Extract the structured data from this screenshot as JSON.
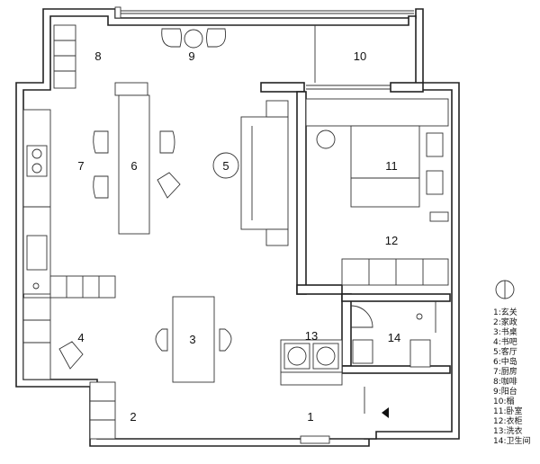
{
  "rooms": [
    {
      "num": "1"
    },
    {
      "num": "2"
    },
    {
      "num": "3"
    },
    {
      "num": "4"
    },
    {
      "num": "5"
    },
    {
      "num": "6"
    },
    {
      "num": "7"
    },
    {
      "num": "8"
    },
    {
      "num": "9"
    },
    {
      "num": "10"
    },
    {
      "num": "11"
    },
    {
      "num": "12"
    },
    {
      "num": "13"
    },
    {
      "num": "14"
    }
  ],
  "legend": [
    "1:玄关",
    "2:家政",
    "3:书桌",
    "4:书吧",
    "5:客厅",
    "6:中岛",
    "7:厨房",
    "8:咖啡",
    "9:阳台",
    "10:榻",
    "11:卧室",
    "12:衣柜",
    "13:洗衣",
    "14:卫生间"
  ],
  "icons": {
    "compass": "north-arrow-icon",
    "entrance": "entrance-arrow-icon"
  },
  "colors": {
    "line": "#222222",
    "background": "#ffffff"
  }
}
